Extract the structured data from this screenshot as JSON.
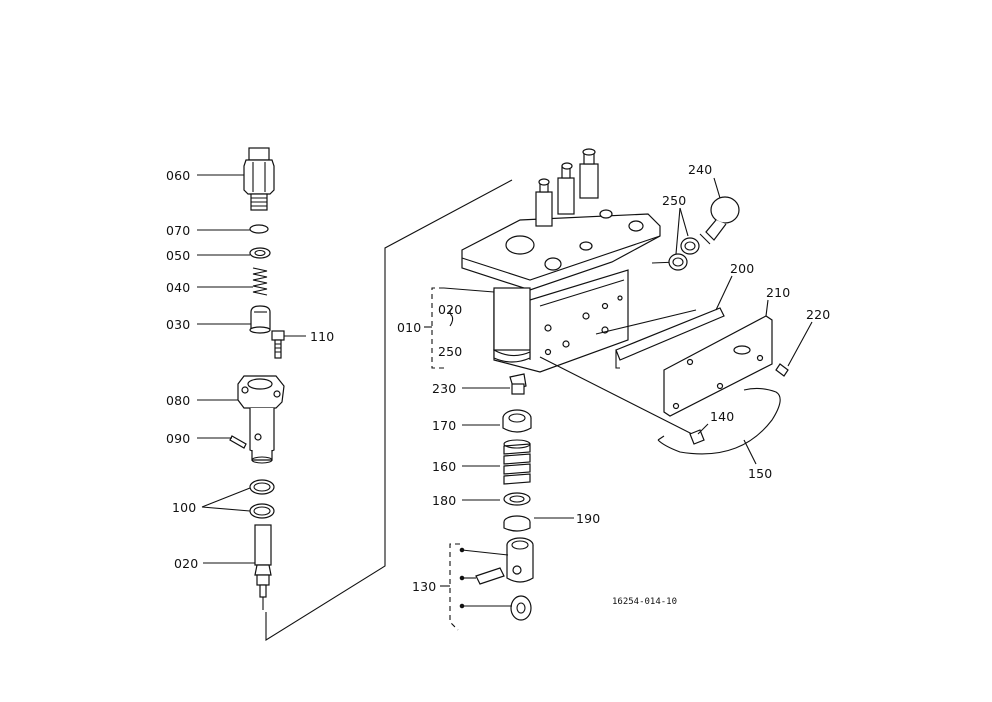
{
  "diagram": {
    "drawing_code": "16254-014-10",
    "labels": {
      "p060": "060",
      "p070": "070",
      "p050": "050",
      "p040": "040",
      "p030": "030",
      "p110": "110",
      "p080": "080",
      "p090": "090",
      "p100": "100",
      "p020": "020",
      "p010": "010",
      "p020b": "020",
      "p250b": "250",
      "p230": "230",
      "p170": "170",
      "p160": "160",
      "p180": "180",
      "p190": "190",
      "p130": "130",
      "p240": "240",
      "p250": "250",
      "p200": "200",
      "p210": "210",
      "p220": "220",
      "p140": "140",
      "p150": "150"
    }
  }
}
